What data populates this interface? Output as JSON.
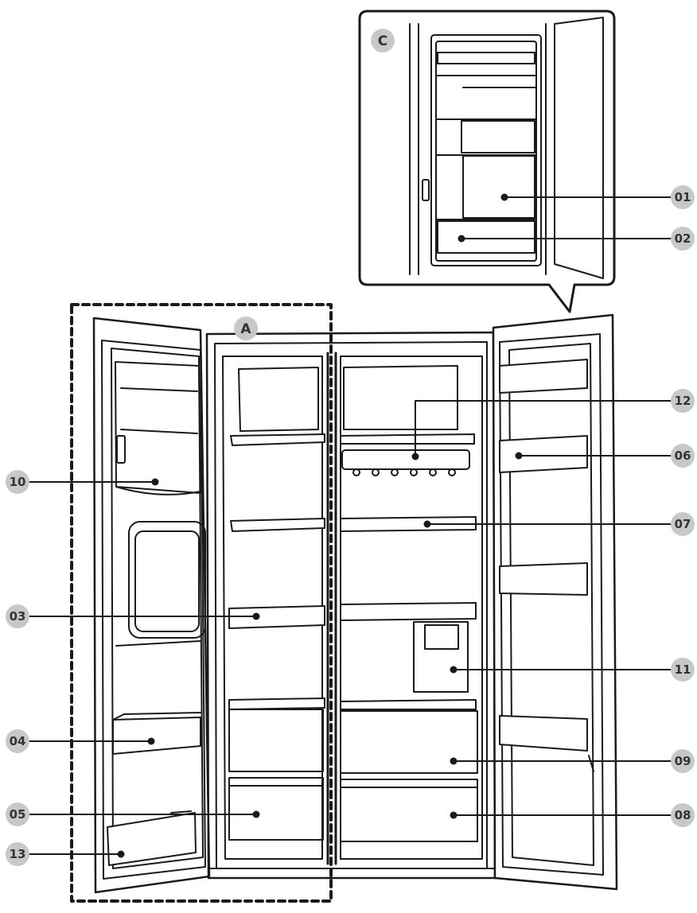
{
  "callouts": {
    "c01": "01",
    "c02": "02",
    "c03": "03",
    "c04": "04",
    "c05": "05",
    "c06": "06",
    "c07": "07",
    "c08": "08",
    "c09": "09",
    "c10": "10",
    "c11": "11",
    "c12": "12",
    "c13": "13"
  },
  "sections": {
    "a": "A",
    "c": "C"
  },
  "colors": {
    "line": "#1a1a1a",
    "badge": "#c8c8c8",
    "badge_text": "#333333"
  }
}
